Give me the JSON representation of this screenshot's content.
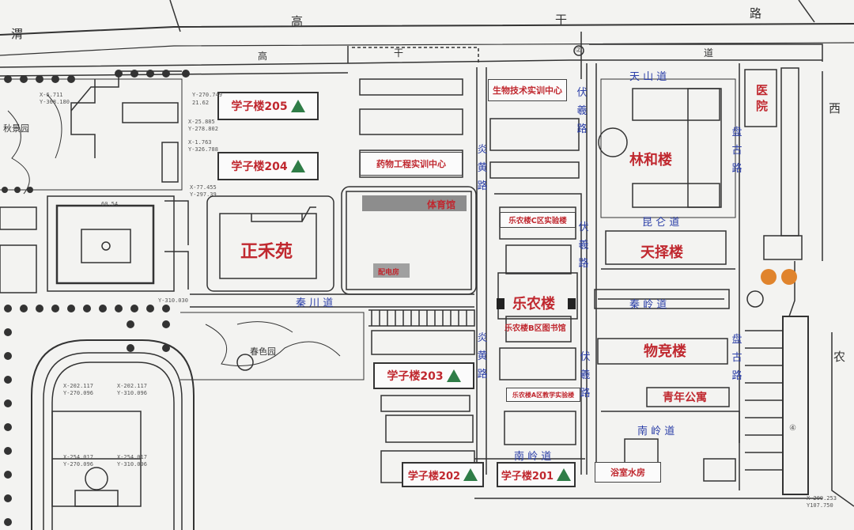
{
  "roads": {
    "weigao_wei": "渭",
    "weigao_gao": "高",
    "weigao_gan": "干",
    "weigao_lu": "路",
    "inner_gao": "高",
    "inner_gan": "干",
    "inner_dao": "道",
    "xi": "西",
    "nong": "农",
    "tianshan": "天 山 道",
    "kunlun": "昆 仑 道",
    "qinling": "秦 岭 道",
    "nanling_right": "南 岭 道",
    "nanling_bottom": "南 岭 道",
    "qinchuan": "秦 川 道",
    "yanhuang_upper": "炎黄路",
    "yanhuang_lower": "炎黄路",
    "fuxi_upper": "伏羲路",
    "fuxi_mid": "伏羲路",
    "fuxi_lower": "伏羲路",
    "pangu_upper": "盘古路",
    "pangu_lower": "盘古路"
  },
  "buildings": {
    "xuezi205": "学子楼205",
    "xuezi204": "学子楼204",
    "xuezi203": "学子楼203",
    "xuezi202": "学子楼202",
    "xuezi201": "学子楼201",
    "zhengmoyuan": "正禾苑",
    "shengwu": "生物技术实训中心",
    "yaowu": "药物工程实训中心",
    "tiyuguan": "体育馆",
    "peidianfang": "配电房",
    "lenong_c": "乐农楼C区实验楼",
    "lenong": "乐农楼",
    "lenong_b": "乐农楼B区图书馆",
    "lenong_a": "乐农楼A区教学实验楼",
    "linhe": "林和楼",
    "tianze": "天择楼",
    "wujing": "物竞楼",
    "qingnian": "青年公寓",
    "yiyuan": "医院",
    "yushi": "浴室水房"
  },
  "gardens": {
    "qiujing": "秋景园",
    "chunse": "春色园"
  },
  "annotations": {
    "a1": "X-6.711",
    "a2": "Y-368.180",
    "a3": "Y-270.749",
    "a4": "21.62",
    "a5": "X-25.885",
    "a6": "Y-278.802",
    "a7": "X-1.763",
    "a8": "Y-326.788",
    "a9": "X-77.455",
    "a10": "Y-297.39",
    "a11": "X-202.117",
    "a12": "Y-270.096",
    "a13": "X-202.117",
    "a14": "Y-310.096",
    "a15": "X-254.017",
    "a16": "Y-270.096",
    "a17": "X-254.017",
    "a18": "Y-310.096",
    "a19": "X-209.253",
    "a20": "Y107.750",
    "a21": "Y-310.030",
    "a22": "60.54",
    "n4": "④",
    "n2": "②"
  },
  "colors": {
    "road_label": "#2b3fa8",
    "building_label": "#c0282f",
    "marker_triangle": "#2f7d47",
    "marker_dot": "#e0842d"
  },
  "icons": {
    "dormitory_marker": "green-triangle",
    "entrance_marker": "orange-dot"
  }
}
